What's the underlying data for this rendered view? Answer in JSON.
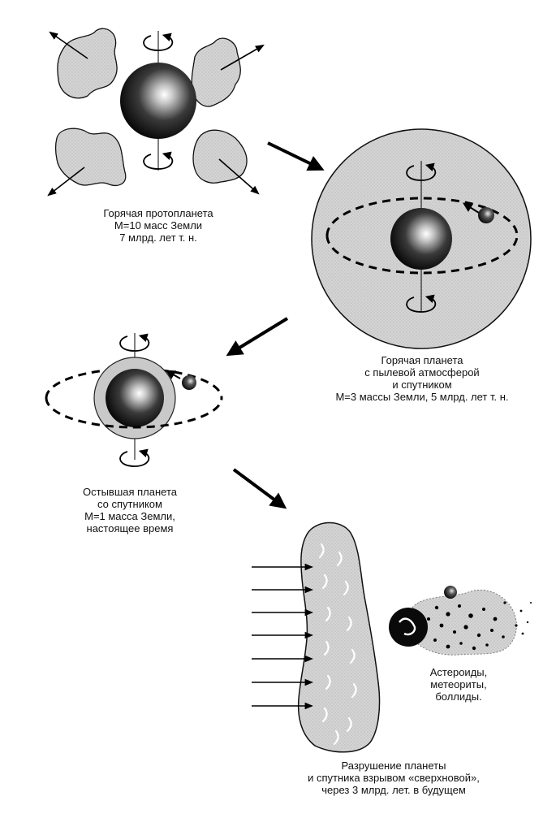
{
  "stages": [
    {
      "id": "protoplanet",
      "caption": [
        "Горячая протопланета",
        "М=10 масс Земли",
        "7 млрд. лет т. н."
      ]
    },
    {
      "id": "hot_planet",
      "caption": [
        "Горячая планета",
        "с пылевой атмосферой",
        "и спутником",
        "М=3 массы Земли, 5 млрд. лет т. н."
      ]
    },
    {
      "id": "cooled_planet",
      "caption": [
        "Остывшая планета",
        "со спутником",
        "М=1 масса Земли,",
        "настоящее время"
      ]
    },
    {
      "id": "destruction",
      "caption": [
        "Разрушение планеты",
        "и спутника взрывом «сверхновой»,",
        "через 3 млрд. лет. в будущем"
      ]
    },
    {
      "id": "asteroids",
      "caption": [
        "Астероиды,",
        "метеориты,",
        "боллиды."
      ]
    }
  ]
}
